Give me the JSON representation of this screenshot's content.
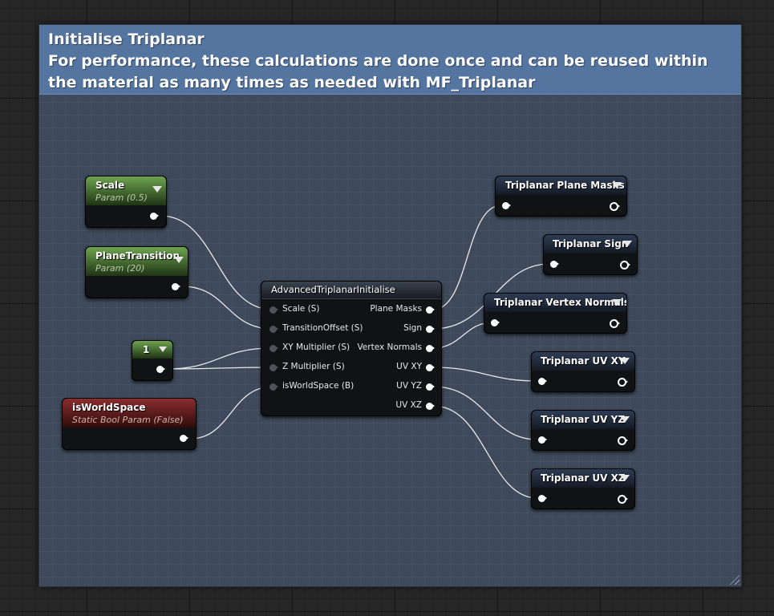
{
  "comment": {
    "title": "Initialise Triplanar\nFor performance, these calculations are done once and can be reused within the material as many times as needed with MF_Triplanar",
    "color": "#5575a1"
  },
  "params": {
    "scale": {
      "name": "Scale",
      "sub": "Param (0.5)"
    },
    "plane_transition": {
      "name": "PlaneTransition",
      "sub": "Param (20)"
    },
    "constant": {
      "value": "1"
    },
    "is_world_space": {
      "name": "isWorldSpace",
      "sub": "Static Bool Param (False)"
    }
  },
  "main_node": {
    "title": "AdvancedTriplanarInitialise",
    "inputs": [
      "Scale (S)",
      "TransitionOffset (S)",
      "XY Multiplier (S)",
      "Z Multiplier (S)",
      "isWorldSpace (B)"
    ],
    "outputs": [
      "Plane Masks",
      "Sign",
      "Vertex Normals",
      "UV XY",
      "UV YZ",
      "UV XZ"
    ]
  },
  "reroutes": [
    {
      "title": "Triplanar Plane Masks"
    },
    {
      "title": "Triplanar Sign"
    },
    {
      "title": "Triplanar Vertex Normals"
    },
    {
      "title": "Triplanar UV XY"
    },
    {
      "title": "Triplanar UV YZ"
    },
    {
      "title": "Triplanar UV XZ"
    }
  ],
  "colors": {
    "param_green": "#6ea34f",
    "static_bool_red": "#8a2c2c",
    "node_header": "#2e3c54",
    "wire": "#e8e8e8"
  }
}
